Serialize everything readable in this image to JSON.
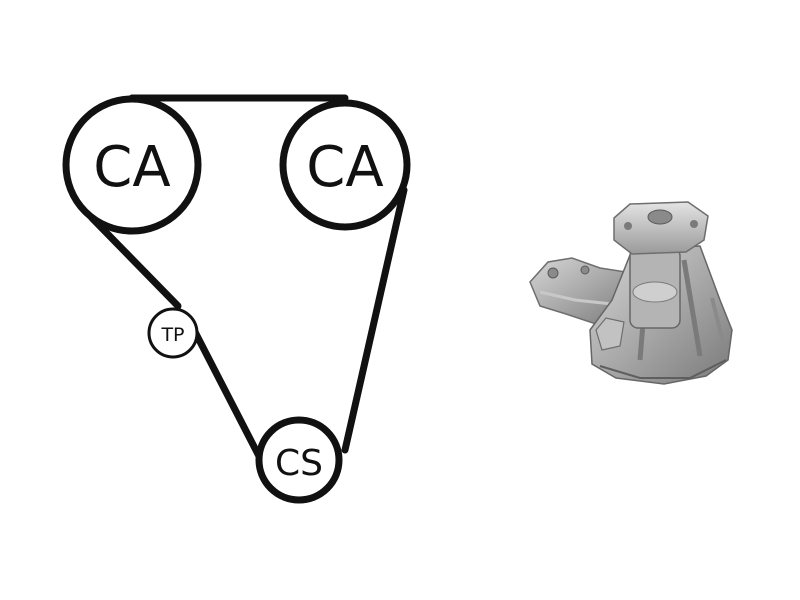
{
  "diagram": {
    "pulleys": {
      "camshaft_left": {
        "label": "CA"
      },
      "camshaft_right": {
        "label": "CA"
      },
      "tensioner": {
        "label": "TP"
      },
      "crankshaft": {
        "label": "CS"
      }
    }
  },
  "colors": {
    "belt": "#111111",
    "pulley_stroke": "#111111",
    "pump_body": "#a9a9a9",
    "pump_shadow": "#6e6e6e",
    "pump_highlight": "#dcdcdc",
    "background": "#ffffff"
  },
  "product_image": {
    "icon": "water-pump-icon"
  }
}
